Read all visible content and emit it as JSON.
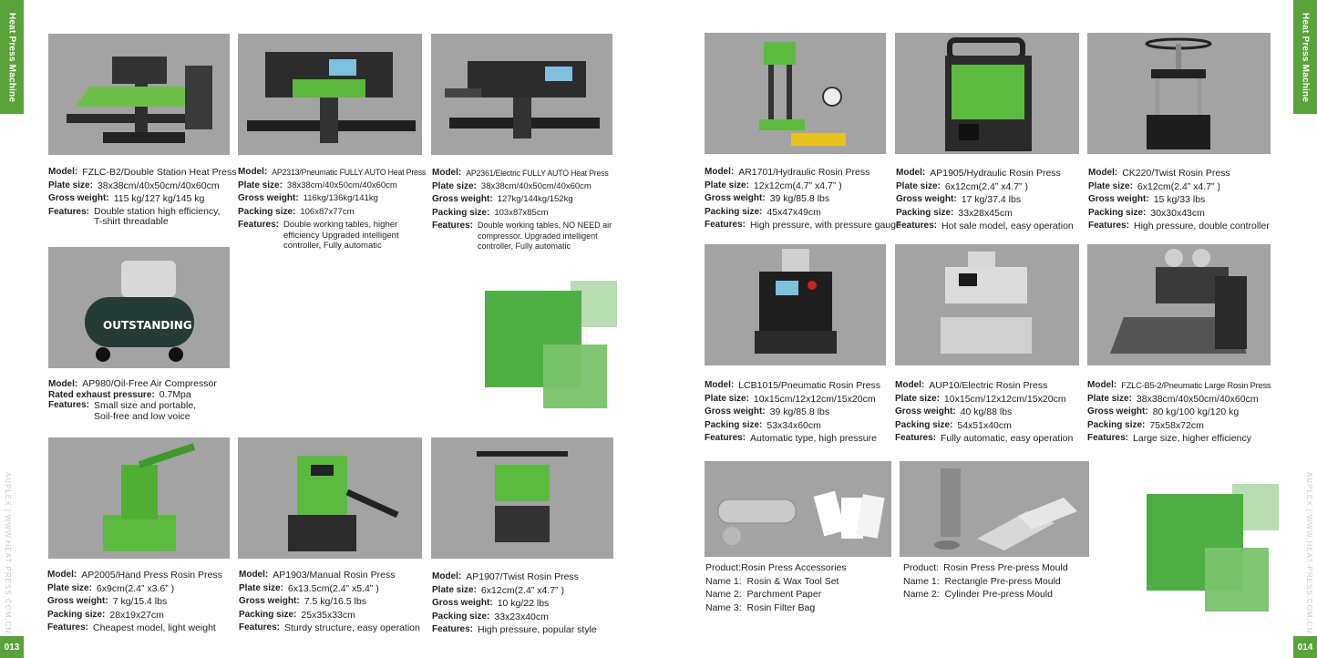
{
  "pages": {
    "left_tab": "Heat Press Machine",
    "right_tab": "Heat Press Machine",
    "left_number": "013",
    "right_number": "014",
    "left_url": "AUPLEX | WWW.HEAT-PRESS.COM.CN",
    "right_url": "AUPLEX | WWW.HEAT-PRESS.COM.CN"
  },
  "labels": {
    "model": "Model:",
    "plate": "Plate size:",
    "gross": "Gross weight:",
    "packing": "Packing size:",
    "features": "Features:",
    "rated": "Rated exhaust pressure:",
    "product": "Product:"
  },
  "products": [
    {
      "model": "FZLC-B2/Double Station Heat Press",
      "plate": "38x38cm/40x50cm/40x60cm",
      "gross": "115 kg/127 kg/145 kg",
      "features": "Double station high efficiency, T-shirt threadable"
    },
    {
      "model": "AP2313/Pneumatic FULLY AUTO Heat Press",
      "plate": "38x38cm/40x50cm/40x60cm",
      "gross": "116kg/136kg/141kg",
      "packing": "106x87x77cm",
      "features": "Double working tables, higher efficiency Upgraded intelligent controller, Fully automatic"
    },
    {
      "model": "AP2361/Electric FULLY AUTO Heat Press",
      "plate": "38x38cm/40x50cm/40x60cm",
      "gross": "127kg/144kg/152kg",
      "packing": "103x87x85cm",
      "features": "Double working tables, NO NEED air compressor. Upgraded intelligent controller, Fully automatic"
    },
    {
      "model": "AP980/Oil-Free Air Compressor",
      "rated": "0.7Mpa",
      "features": "Small size and portable, Soil-free and low voice"
    },
    {
      "model": "AP2005/Hand Press Rosin Press",
      "plate": "6x9cm(2.4” x3.6” )",
      "gross": "7 kg/15.4 lbs",
      "packing": "28x19x27cm",
      "features": "Cheapest model, light weight"
    },
    {
      "model": "AP1903/Manual Rosin Press",
      "plate": "6x13.5cm(2.4” x5.4” )",
      "gross": "7.5 kg/16.5 lbs",
      "packing": "25x35x33cm",
      "features": "Sturdy structure, easy operation"
    },
    {
      "model": "AP1907/Twist Rosin Press",
      "plate": "6x12cm(2.4” x4.7” )",
      "gross": "10 kg/22 lbs",
      "packing": "33x23x40cm",
      "features": "High pressure, popular style"
    },
    {
      "model": "AR1701/Hydraulic Rosin Press",
      "plate": "12x12cm(4.7” x4.7” )",
      "gross": "39 kg/85.8 lbs",
      "packing": "45x47x49cm",
      "features": "High pressure, with pressure gauge"
    },
    {
      "model": "AP1905/Hydraulic Rosin Press",
      "plate": "6x12cm(2.4” x4.7” )",
      "gross": "17 kg/37.4 lbs",
      "packing": "33x28x45cm",
      "features": "Hot sale model, easy operation"
    },
    {
      "model": "CK220/Twist Rosin Press",
      "plate": "6x12cm(2.4” x4.7” )",
      "gross": "15 kg/33 lbs",
      "packing": "30x30x43cm",
      "features": "High pressure, double controller"
    },
    {
      "model": "LCB1015/Pneumatic Rosin Press",
      "plate": "10x15cm/12x12cm/15x20cm",
      "gross": "39 kg/85.8 lbs",
      "packing": "53x34x60cm",
      "features": "Automatic type, high pressure"
    },
    {
      "model": "AUP10/Electric Rosin Press",
      "plate": "10x15cm/12x12cm/15x20cm",
      "gross": "40 kg/88 lbs",
      "packing": "54x51x40cm",
      "features": "Fully automatic, easy operation"
    },
    {
      "model": "FZLC-B5-2/Pneumatic Large Rosin Press",
      "plate": "38x38cm/40x50cm/40x60cm",
      "gross": "80 kg/100 kg/120 kg",
      "packing": "75x58x72cm",
      "features": "Large size, higher efficiency"
    }
  ],
  "accessories": [
    {
      "product": "Rosin Press Accessories",
      "names": [
        "Name 1:  Rosin & Wax Tool Set",
        "Name 2:  Parchment Paper",
        "Name 3:  Rosin Filter Bag"
      ]
    },
    {
      "product": "Rosin Press Pre-press Mould",
      "names": [
        "Name 1:  Rectangle Pre-press Mould",
        "Name 2:  Cylinder Pre-press Mould"
      ]
    }
  ],
  "colors": {
    "brand_green": "#5aa23a",
    "deco_green": "#4fae43",
    "photo_bg": "#a3a3a3"
  }
}
